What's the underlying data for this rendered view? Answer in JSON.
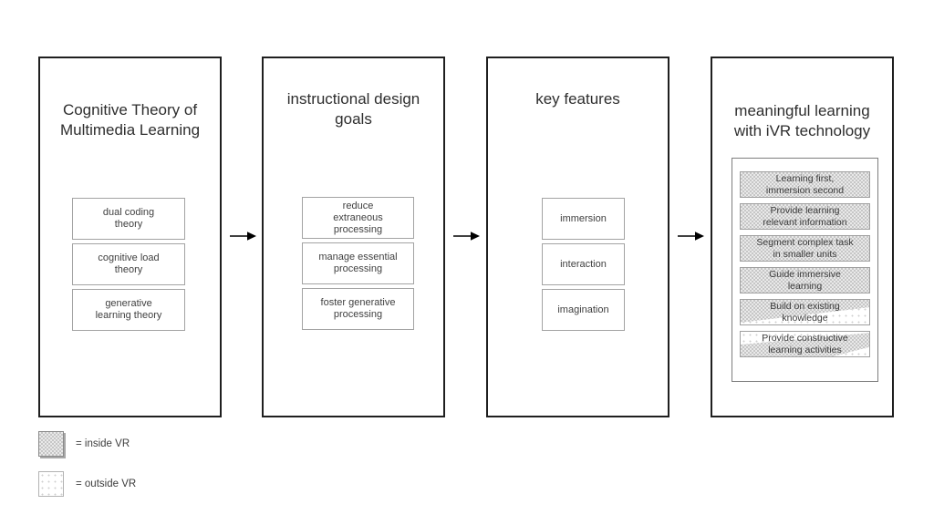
{
  "diagram": {
    "columns": [
      {
        "title": "Cognitive Theory of\nMultimedia Learning",
        "items": [
          "dual coding\ntheory",
          "cognitive load\ntheory",
          "generative\nlearning theory"
        ]
      },
      {
        "title": "instructional design\ngoals",
        "items": [
          "reduce\nextraneous\nprocessing",
          "manage essential\nprocessing",
          "foster generative\nprocessing"
        ]
      },
      {
        "title": "key features",
        "items": [
          "immersion",
          "interaction",
          "imagination"
        ]
      },
      {
        "title": "meaningful learning\nwith iVR technology",
        "items": [
          {
            "label": "Learning first,\nimmersion second",
            "context": "inside VR"
          },
          {
            "label": "Provide learning\nrelevant information",
            "context": "inside VR"
          },
          {
            "label": "Segment complex task\nin smaller units",
            "context": "inside VR"
          },
          {
            "label": "Guide immersive\nlearning",
            "context": "inside VR"
          },
          {
            "label": "Build on existing\nknowledge",
            "context": "inside VR / outside VR"
          },
          {
            "label": "Provide constructive\nlearning activities",
            "context": "inside VR / outside VR"
          }
        ]
      }
    ],
    "legend": [
      {
        "label": "= inside VR",
        "swatch": "inside-vr"
      },
      {
        "label": "= outside VR",
        "swatch": "outside-vr"
      }
    ],
    "colors": {
      "column_border": "#1f1f1f",
      "item_border": "#a3a3a3",
      "text": "#3c3c3c",
      "inside_vr_dot": "#c6c6c6",
      "inside_vr_bg": "#e9e9e9",
      "outside_vr_dot": "#d0d0d0",
      "outside_vr_bg": "#ffffff",
      "arrow": "#000000"
    }
  }
}
